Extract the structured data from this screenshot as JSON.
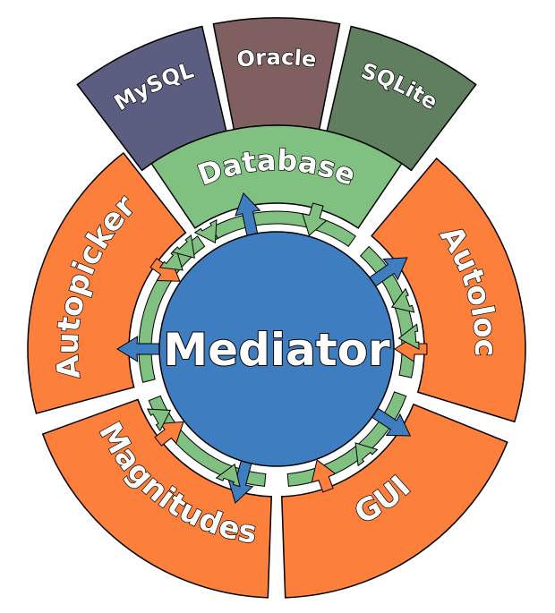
{
  "center": {
    "label": "Mediator",
    "color": "#3d7dc0"
  },
  "core": {
    "label": "Database",
    "color": "#80c080"
  },
  "databases": [
    {
      "label": "MySQL",
      "color": "#5b5e80"
    },
    {
      "label": "Oracle",
      "color": "#7f5f5f"
    },
    {
      "label": "SQLite",
      "color": "#5f7f5f"
    }
  ],
  "modules": [
    {
      "label": "Autoloc",
      "color": "#fd7f3c"
    },
    {
      "label": "GUI",
      "color": "#fd7f3c"
    },
    {
      "label": "Magnitudes",
      "color": "#fd7f3c"
    },
    {
      "label": "Autopicker",
      "color": "#fd7f3c"
    }
  ],
  "ring_color": "#80c080"
}
